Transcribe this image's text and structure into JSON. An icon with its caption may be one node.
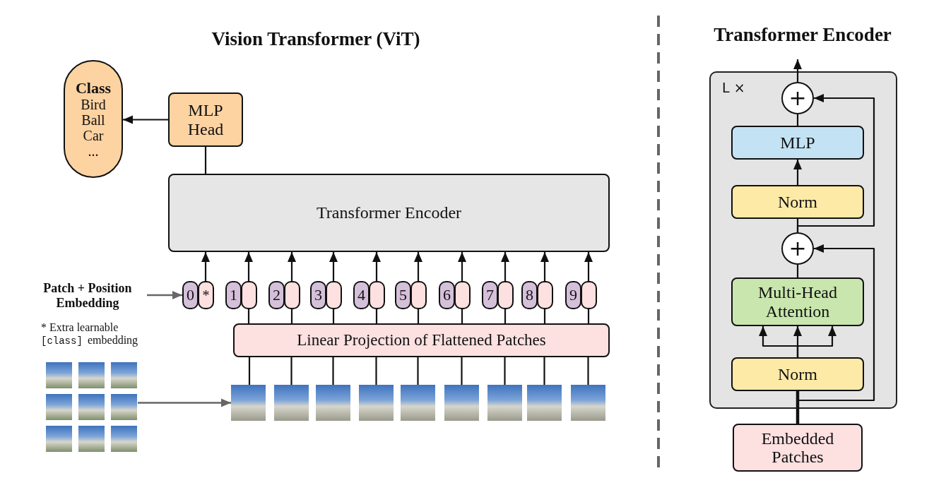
{
  "diagram": {
    "title": "Vision Transformer (ViT)",
    "nodes": [
      {
        "text": [
          "Class",
          "Bird",
          "Ball",
          "Car",
          "..."
        ]
      },
      {
        "text": [
          "MLP Head"
        ]
      },
      {
        "text": [
          "Transformer Encoder"
        ]
      },
      {
        "text": [
          "Patch + Position Embedding"
        ]
      },
      {
        "text": [
          "0",
          "*"
        ]
      },
      {
        "text": [
          "1"
        ]
      },
      {
        "text": [
          "2"
        ]
      },
      {
        "text": [
          "3"
        ]
      },
      {
        "text": [
          "4"
        ]
      },
      {
        "text": [
          "5"
        ]
      },
      {
        "text": [
          "6"
        ]
      },
      {
        "text": [
          "7"
        ]
      },
      {
        "text": [
          "8"
        ]
      },
      {
        "text": [
          "9"
        ]
      },
      {
        "text": [
          "Linear Projection of Flattened Patches"
        ]
      },
      {
        "text": [],
        "shape": "picture"
      },
      {
        "text": [],
        "shape": "picture"
      },
      {
        "text": [],
        "shape": "picture"
      },
      {
        "text": [],
        "shape": "picture"
      },
      {
        "text": [],
        "shape": "picture"
      },
      {
        "text": [],
        "shape": "picture"
      },
      {
        "text": [],
        "shape": "picture"
      },
      {
        "text": [],
        "shape": "picture"
      },
      {
        "text": [],
        "shape": "picture"
      },
      {
        "text": [],
        "shape": "picture"
      },
      {
        "text": [
          "L ×"
        ]
      },
      {
        "text": [
          "+"
        ],
        "in": 25
      },
      {
        "text": [
          "MLP"
        ],
        "in": 25
      },
      {
        "text": [
          "Norm"
        ],
        "in": 25
      },
      {
        "text": [
          "+"
        ],
        "in": 25
      },
      {
        "text": [
          "Multi-Head Attention"
        ],
        "in": 25
      },
      {
        "text": [
          "Norm"
        ],
        "in": 25
      },
      {
        "text": [
          "Embedded Patches"
        ]
      }
    ],
    "edges": [
      {
        "from": 1,
        "to": 0,
        "arrow": "to"
      },
      {
        "from": 2,
        "to": 1,
        "arrow": "none"
      },
      {
        "from": 4,
        "to": 2,
        "arrow": "to"
      },
      {
        "from": 5,
        "to": 2,
        "arrow": "to"
      },
      {
        "from": 6,
        "to": 2,
        "arrow": "to"
      },
      {
        "from": 7,
        "to": 2,
        "arrow": "to"
      },
      {
        "from": 8,
        "to": 2,
        "arrow": "to"
      },
      {
        "from": 9,
        "to": 2,
        "arrow": "to"
      },
      {
        "from": 10,
        "to": 2,
        "arrow": "to"
      },
      {
        "from": 11,
        "to": 2,
        "arrow": "to"
      },
      {
        "from": 12,
        "to": 2,
        "arrow": "to"
      },
      {
        "from": 13,
        "to": 2,
        "arrow": "to"
      },
      {
        "from": 14,
        "to": 5,
        "arrow": "none"
      },
      {
        "from": 14,
        "to": 6,
        "arrow": "none"
      },
      {
        "from": 14,
        "to": 7,
        "arrow": "none"
      },
      {
        "from": 14,
        "to": 8,
        "arrow": "none"
      },
      {
        "from": 14,
        "to": 9,
        "arrow": "none"
      },
      {
        "from": 14,
        "to": 10,
        "arrow": "none"
      },
      {
        "from": 14,
        "to": 11,
        "arrow": "none"
      },
      {
        "from": 14,
        "to": 12,
        "arrow": "none"
      },
      {
        "from": 14,
        "to": 13,
        "arrow": "none"
      },
      {
        "from": 15,
        "to": 14,
        "arrow": "none"
      },
      {
        "from": 16,
        "to": 14,
        "arrow": "none"
      },
      {
        "from": 17,
        "to": 14,
        "arrow": "none"
      },
      {
        "from": 18,
        "to": 14,
        "arrow": "none"
      },
      {
        "from": 19,
        "to": 14,
        "arrow": "none"
      },
      {
        "from": 20,
        "to": 14,
        "arrow": "none"
      },
      {
        "from": 21,
        "to": 14,
        "arrow": "none"
      },
      {
        "from": 22,
        "to": 14,
        "arrow": "none"
      },
      {
        "from": 23,
        "to": 14,
        "arrow": "none"
      },
      {
        "from": 3,
        "to": 4,
        "arrow": "to",
        "color": "#666666"
      },
      {
        "from": 24,
        "to": 15,
        "arrow": "to",
        "color": "#666666"
      },
      {
        "from": 32,
        "to": 31,
        "arrow": "none",
        "style": "thick"
      },
      {
        "from": 31,
        "to": 30,
        "arrow": "to"
      },
      {
        "from": 31,
        "to": 30,
        "arrow": "to"
      },
      {
        "from": 31,
        "to": 30,
        "arrow": "to"
      },
      {
        "from": 30,
        "to": 29,
        "arrow": "none"
      },
      {
        "from": 29,
        "to": 28,
        "arrow": "none"
      },
      {
        "from": 28,
        "to": 27,
        "arrow": "to"
      },
      {
        "from": 27,
        "to": 26,
        "arrow": "none"
      },
      {
        "from": 29,
        "to": 26,
        "arrow": "to"
      },
      {
        "from": 32,
        "to": 29,
        "arrow": "to"
      },
      {
        "from": 26,
        "to": null,
        "arrow": "to"
      }
    ],
    "labels": [
      "Transformer Encoder",
      "* Extra learnable",
      "[class]",
      "embedding"
    ]
  }
}
